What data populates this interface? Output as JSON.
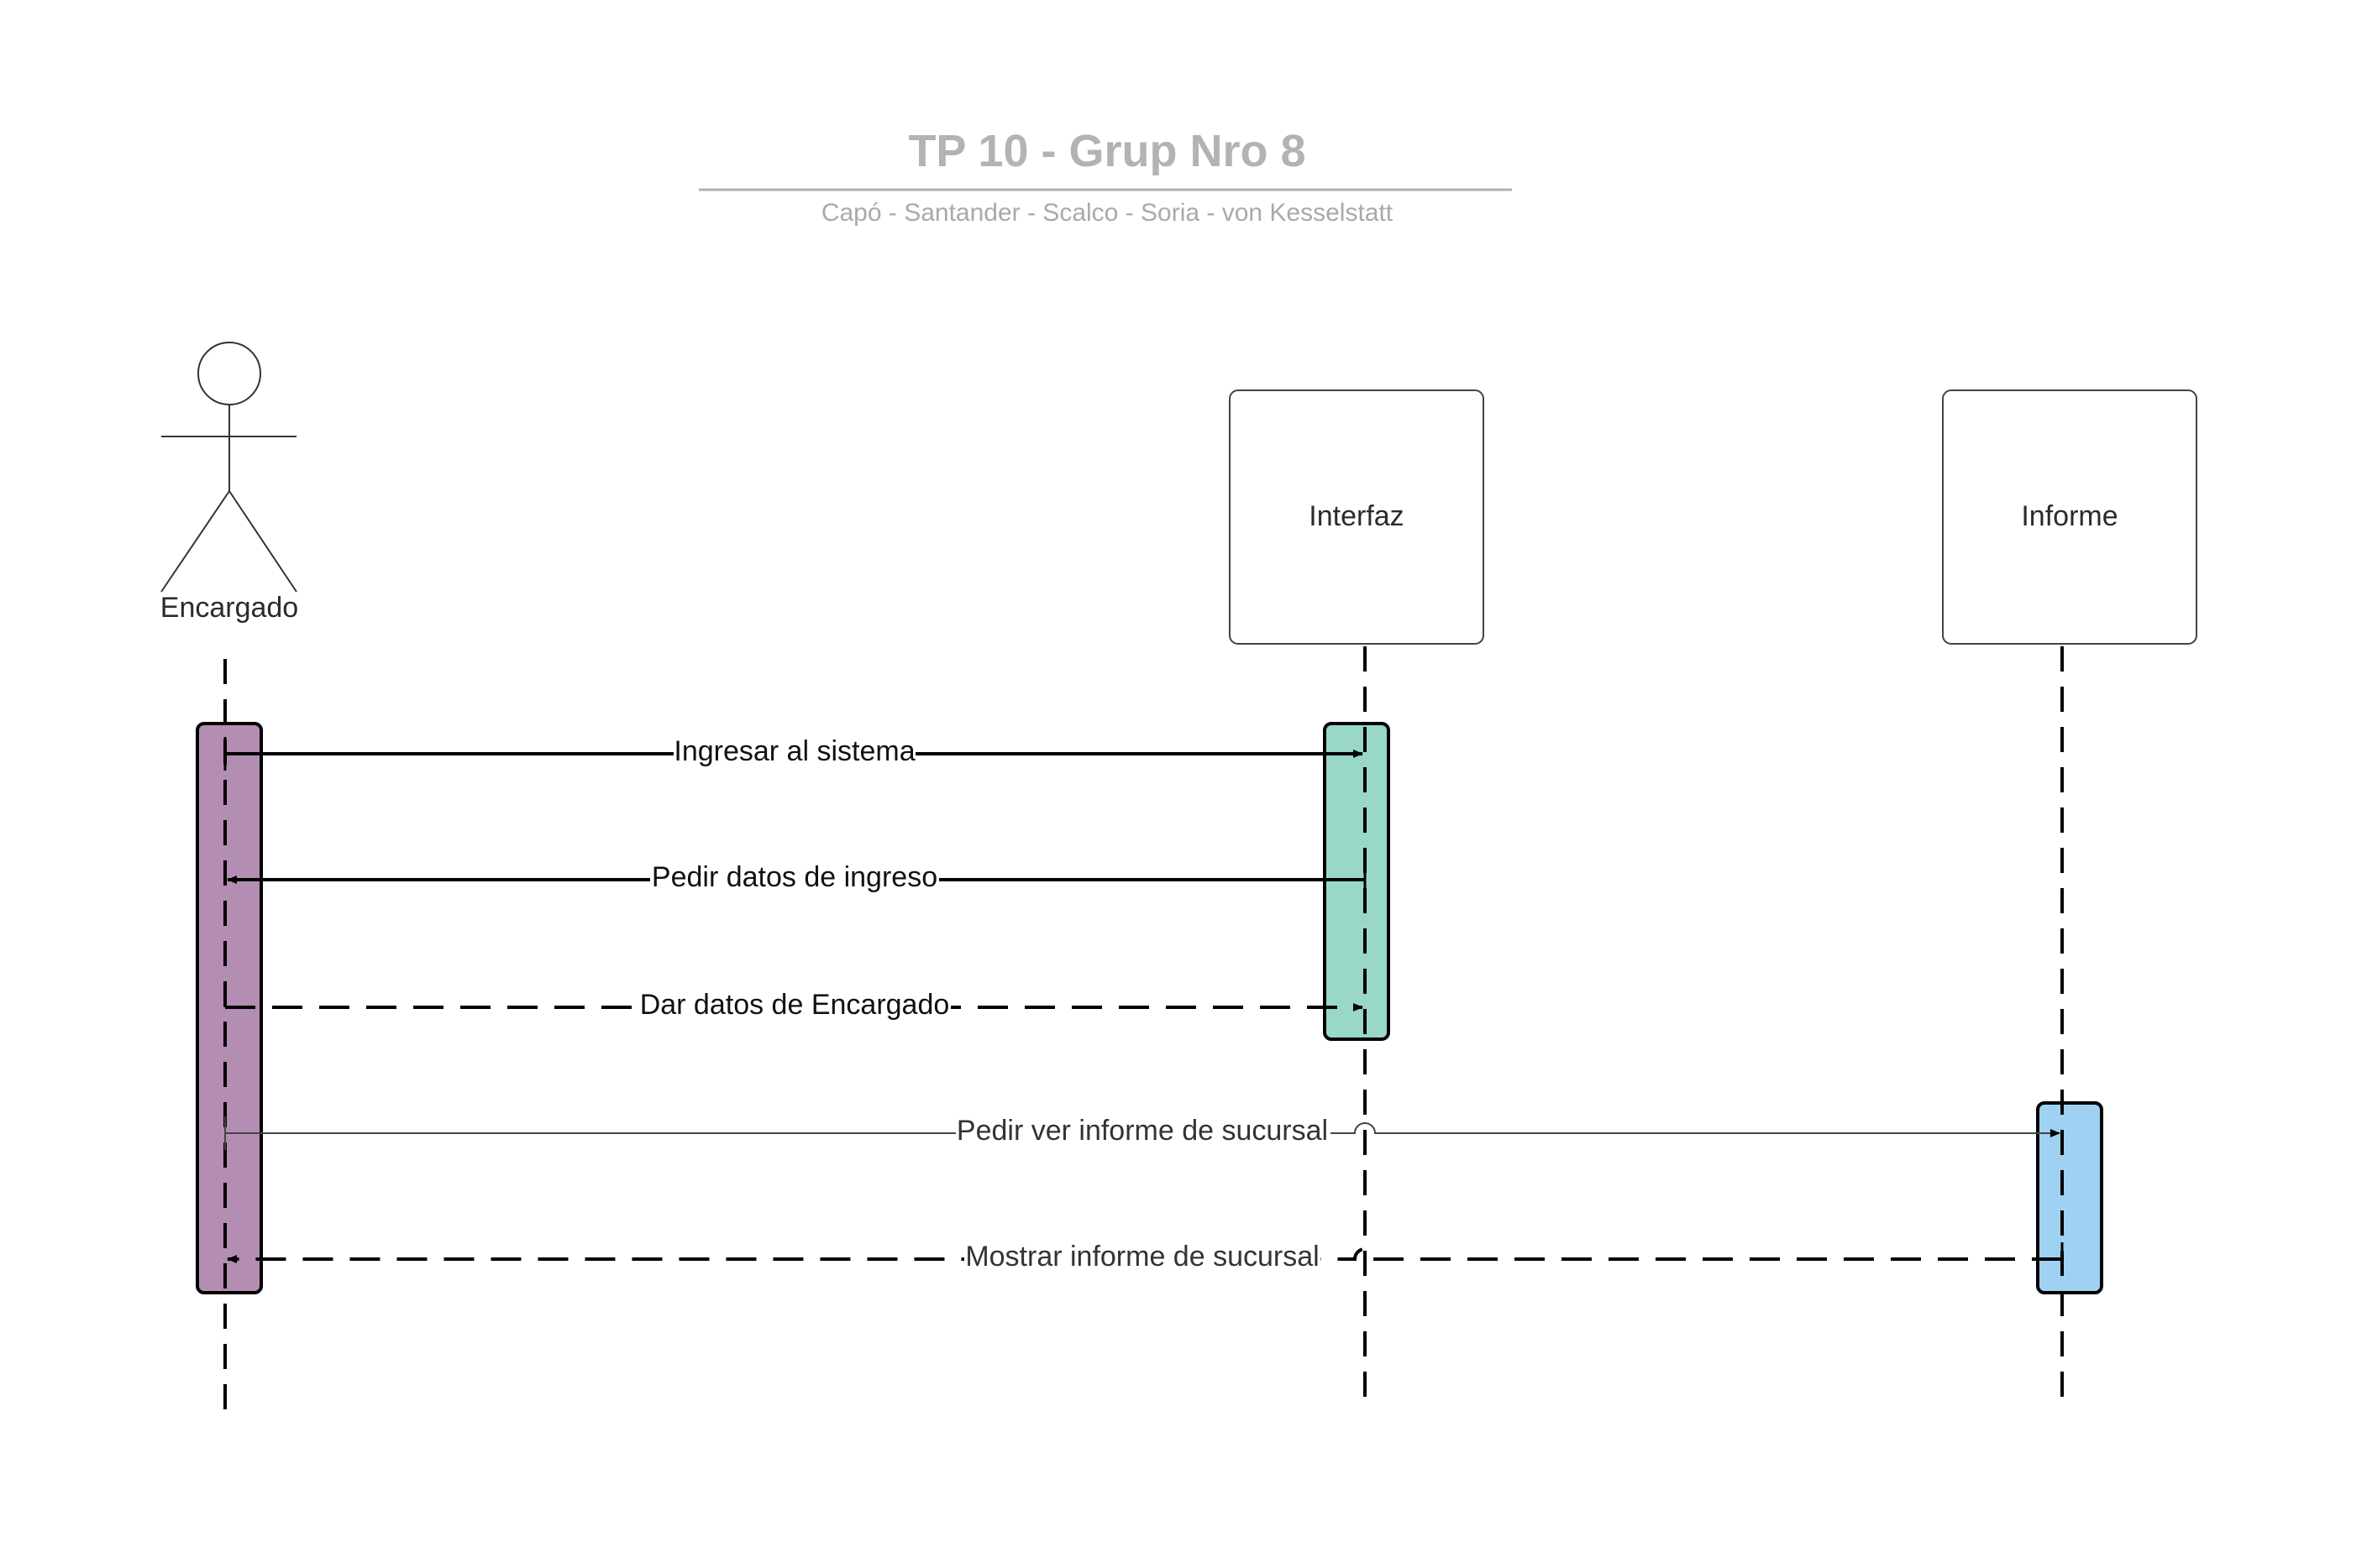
{
  "header": {
    "title": "TP 10 - Grup Nro 8",
    "subtitle": "Capó - Santander - Scalco - Soria - von Kesselstatt"
  },
  "participants": [
    {
      "id": "encargado",
      "kind": "actor",
      "label": "Encargado",
      "activation_color": "#b48eb2"
    },
    {
      "id": "interfaz",
      "kind": "object",
      "label": "Interfaz",
      "activation_color": "#99d8c9"
    },
    {
      "id": "informe",
      "kind": "object",
      "label": "Informe",
      "activation_color": "#9fd2f2"
    }
  ],
  "messages": [
    {
      "from": "encargado",
      "to": "interfaz",
      "label": "Ingresar al sistema",
      "style": "sync"
    },
    {
      "from": "interfaz",
      "to": "encargado",
      "label": "Pedir datos de ingreso",
      "style": "sync"
    },
    {
      "from": "encargado",
      "to": "interfaz",
      "label": "Dar datos de Encargado",
      "style": "return"
    },
    {
      "from": "encargado",
      "to": "informe",
      "label": "Pedir ver informe de sucursal",
      "style": "sync-thin"
    },
    {
      "from": "informe",
      "to": "encargado",
      "label": "Mostrar informe de sucursal",
      "style": "return"
    }
  ]
}
